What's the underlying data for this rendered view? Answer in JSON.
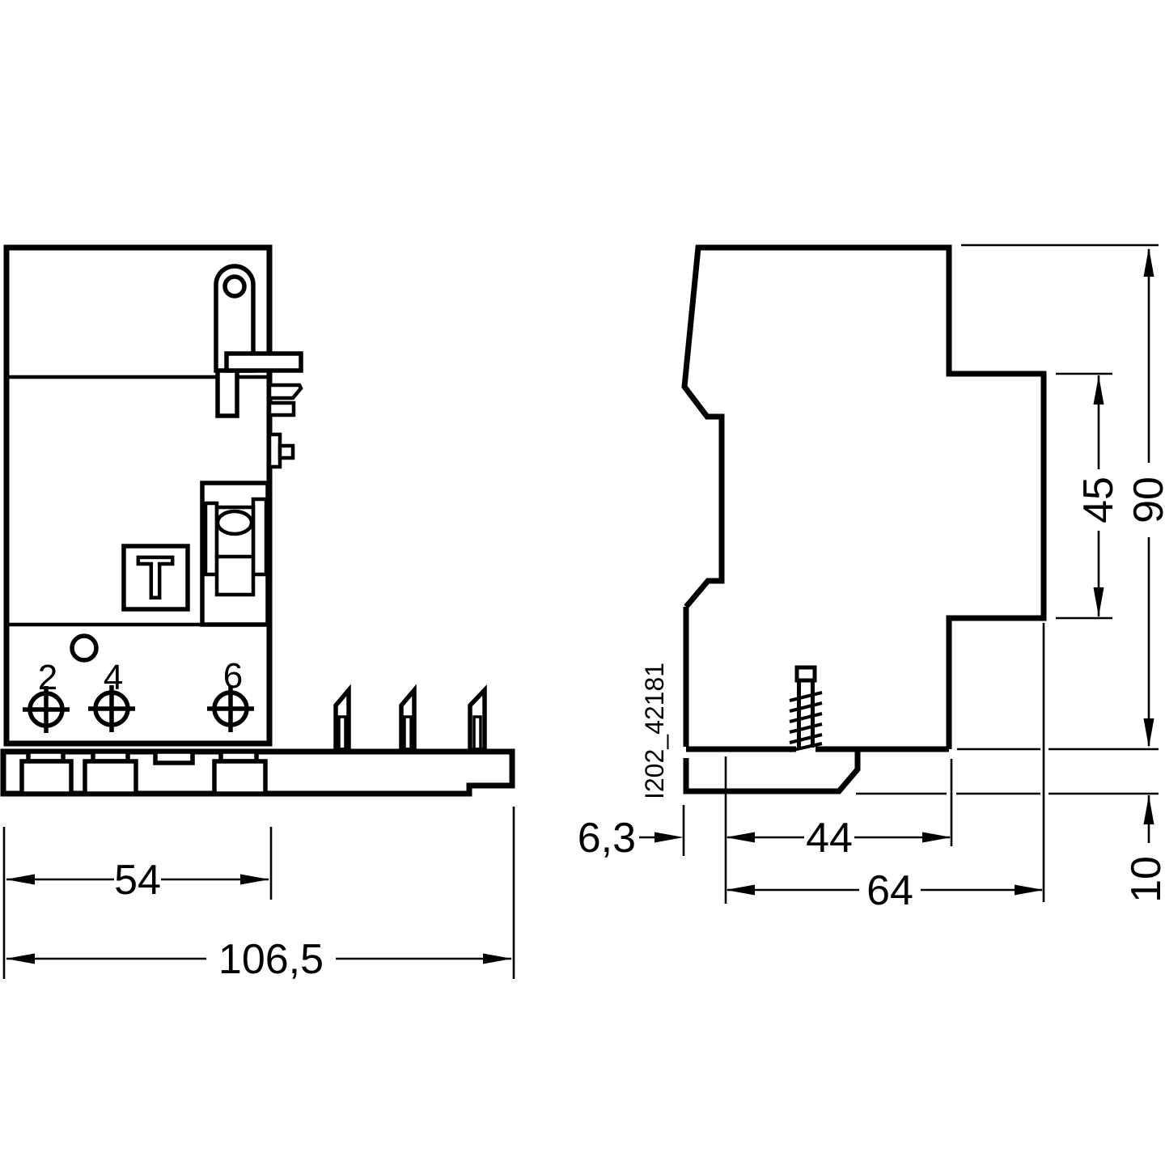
{
  "drawing": {
    "colors": {
      "line": "#000000",
      "background": "#ffffff"
    },
    "front_view": {
      "test_button": "T",
      "terminals": [
        "2",
        "4",
        "6"
      ],
      "width_din": "54",
      "width_total": "106,5"
    },
    "side_view": {
      "height_upper": "45",
      "height_total": "90",
      "offset_left": "6,3",
      "depth_din": "44",
      "depth_total": "64",
      "rail_height": "10",
      "figure_id": "I202_42181"
    }
  }
}
